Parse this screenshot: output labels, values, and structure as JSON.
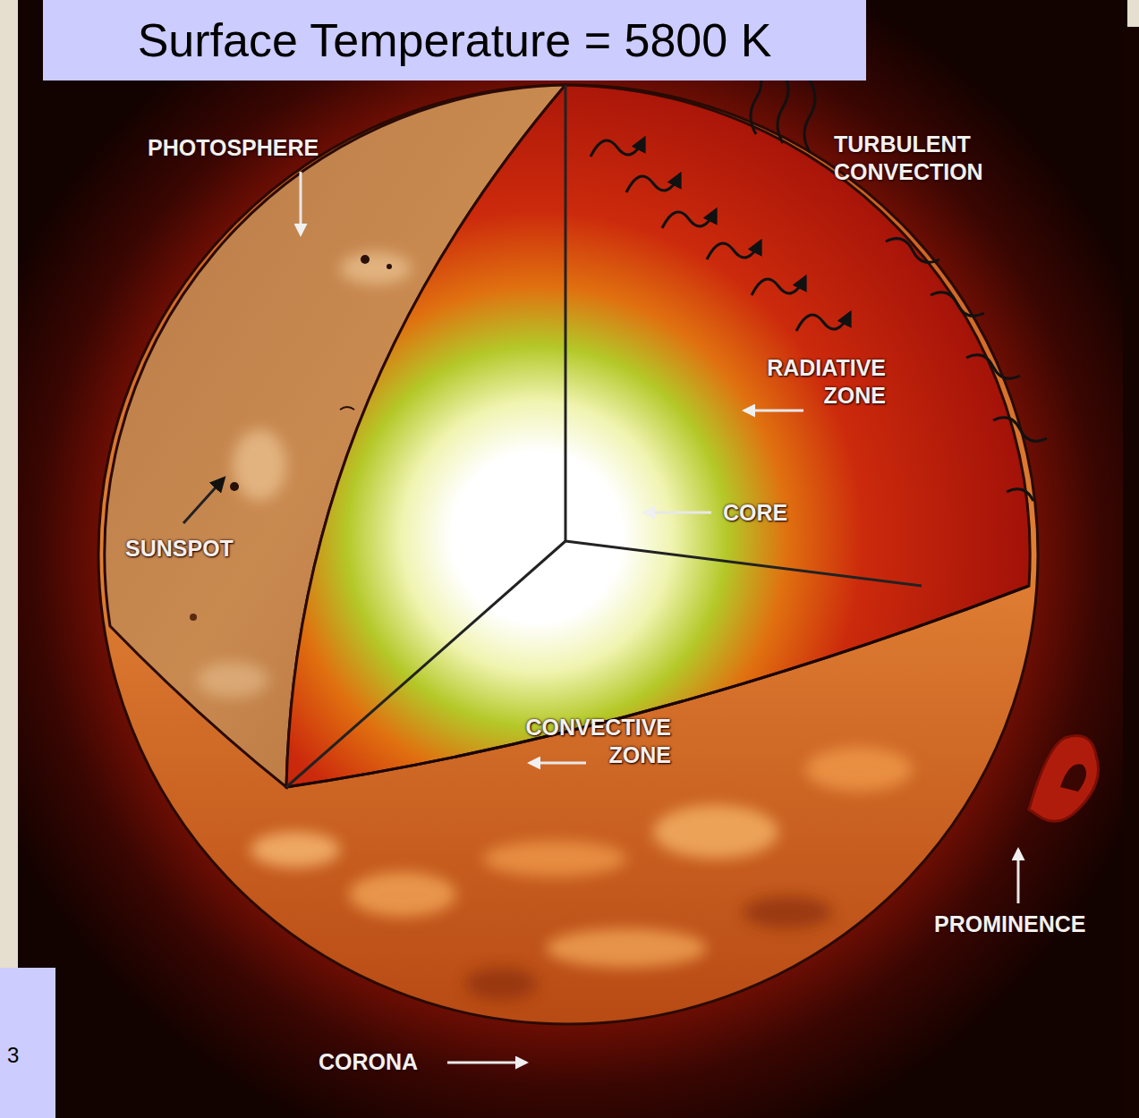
{
  "diagram": {
    "title": "Surface Temperature = 5800 K",
    "labels": [
      "PHOTOSPHERE",
      "TURBULENT CONVECTION",
      "RADIATIVE ZONE",
      "CORE",
      "SUNSPOT",
      "CONVECTIVE ZONE",
      "PROMINENCE",
      "CORONA",
      "3"
    ]
  }
}
